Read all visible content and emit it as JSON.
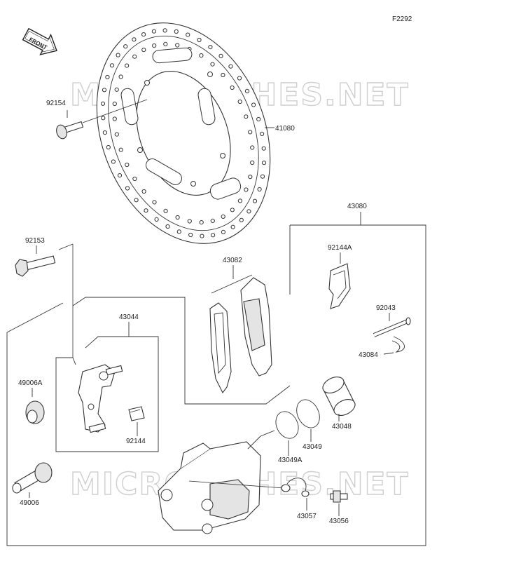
{
  "diagram_code": "F2292",
  "front_label": "FRONT",
  "watermark": "MICROFICHES.NET",
  "parts": {
    "bolt_disc": "92154",
    "disc": "41080",
    "caliper_assy": "43080",
    "bolt_caliper": "92153",
    "pad_set": "43082",
    "pad_spring": "92144A",
    "pin": "92043",
    "clip": "43084",
    "bracket": "43044",
    "bracket_spring": "92144",
    "boot_a": "49006A",
    "boot": "49006",
    "piston": "43048",
    "seal_a": "43049",
    "seal_b": "43049A",
    "cap": "43057",
    "bleeder": "43056"
  }
}
